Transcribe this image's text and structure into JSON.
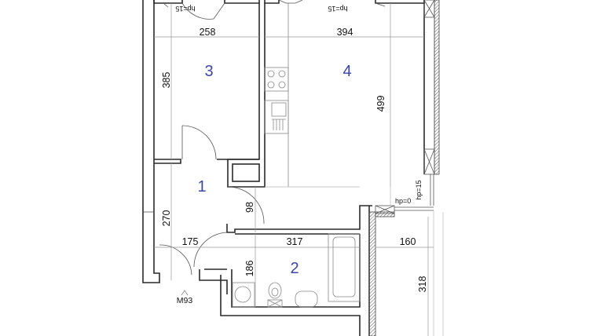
{
  "rooms": [
    {
      "id": "1",
      "label": "1"
    },
    {
      "id": "2",
      "label": "2"
    },
    {
      "id": "3",
      "label": "3"
    },
    {
      "id": "4",
      "label": "4"
    }
  ],
  "dimensions": {
    "room3_width": "258",
    "room3_height": "385",
    "room4_width": "394",
    "room4_height": "499",
    "hall_height": "270",
    "hall_width": "175",
    "hall_passage": "98",
    "bath_width": "317",
    "bath_height": "186",
    "balcony_width": "160",
    "balcony_height": "318"
  },
  "annotations": {
    "sill_room3": "hp=15",
    "sill_room4": "hp=15",
    "sill_balcony_door": "hp=0",
    "sill_side_window": "hp=15",
    "entry_mark": "M93"
  }
}
